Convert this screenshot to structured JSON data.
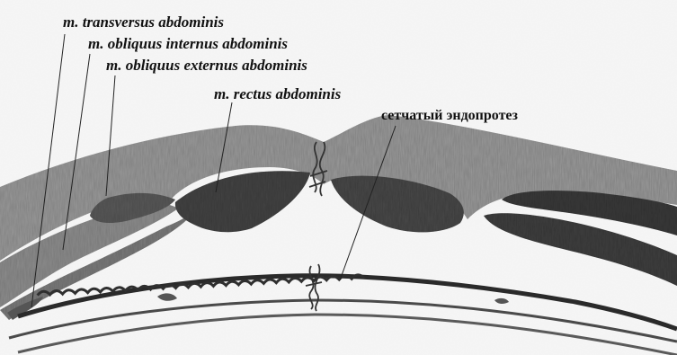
{
  "figure": {
    "labels": {
      "transversus": "m. transversus abdominis",
      "obliquus_internus": "m. obliquus internus abdominis",
      "obliquus_externus": "m. obliquus externus abdominis",
      "rectus": "m. rectus abdominis",
      "mesh": "сетчатый эндопротез"
    }
  }
}
